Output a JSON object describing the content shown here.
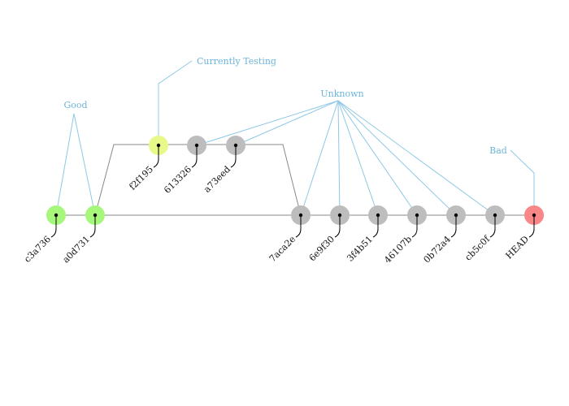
{
  "callouts": {
    "good": "Good",
    "testing": "Currently Testing",
    "unknown": "Unknown",
    "bad": "Bad"
  },
  "colors": {
    "good": "#a6f77c",
    "testing": "#e8f98a",
    "unknown": "#bdbdbd",
    "bad": "#f98787",
    "callout": "#8ec8e6",
    "line": "#888888"
  },
  "commits": [
    {
      "id": "c3a736",
      "status": "good"
    },
    {
      "id": "a0d731",
      "status": "good"
    },
    {
      "id": "f2f195",
      "status": "testing"
    },
    {
      "id": "613326",
      "status": "unknown"
    },
    {
      "id": "a73eed",
      "status": "unknown"
    },
    {
      "id": "7aca2e",
      "status": "unknown"
    },
    {
      "id": "6e9f30",
      "status": "unknown"
    },
    {
      "id": "3f4b51",
      "status": "unknown"
    },
    {
      "id": "46107b",
      "status": "unknown"
    },
    {
      "id": "0b72a4",
      "status": "unknown"
    },
    {
      "id": "cb5c0f",
      "status": "unknown"
    },
    {
      "id": "HEAD",
      "status": "bad"
    }
  ]
}
